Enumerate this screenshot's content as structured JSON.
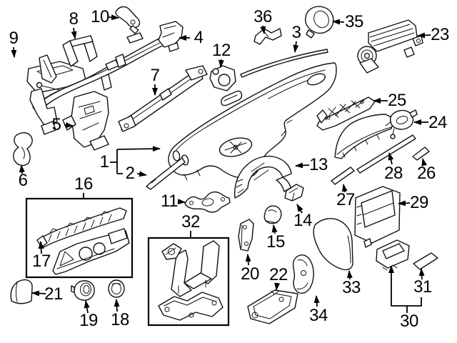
{
  "diagram": {
    "type": "exploded-parts-diagram",
    "subject": "vehicle instrument panel / dashboard components",
    "background_color": "#ffffff",
    "line_color": "#111111",
    "callout_count": 36
  },
  "callouts": [
    {
      "label": "1"
    },
    {
      "label": "2"
    },
    {
      "label": "3"
    },
    {
      "label": "4"
    },
    {
      "label": "5"
    },
    {
      "label": "6"
    },
    {
      "label": "7"
    },
    {
      "label": "8"
    },
    {
      "label": "9"
    },
    {
      "label": "10"
    },
    {
      "label": "11"
    },
    {
      "label": "12"
    },
    {
      "label": "13"
    },
    {
      "label": "14"
    },
    {
      "label": "15"
    },
    {
      "label": "16"
    },
    {
      "label": "17"
    },
    {
      "label": "18"
    },
    {
      "label": "19"
    },
    {
      "label": "20"
    },
    {
      "label": "21"
    },
    {
      "label": "22"
    },
    {
      "label": "23"
    },
    {
      "label": "24"
    },
    {
      "label": "25"
    },
    {
      "label": "26"
    },
    {
      "label": "27"
    },
    {
      "label": "28"
    },
    {
      "label": "29"
    },
    {
      "label": "30"
    },
    {
      "label": "31"
    },
    {
      "label": "32"
    },
    {
      "label": "33"
    },
    {
      "label": "34"
    },
    {
      "label": "35"
    },
    {
      "label": "36"
    }
  ]
}
